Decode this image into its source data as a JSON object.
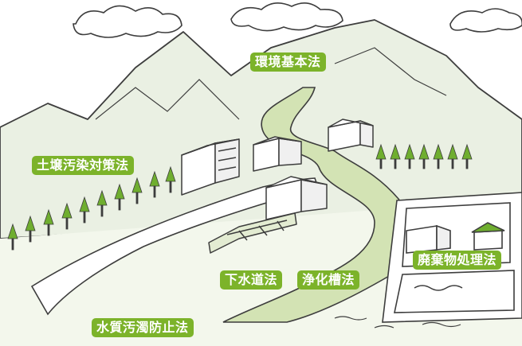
{
  "labels": {
    "env_basic_law": "環境基本法",
    "soil_law": "土壌汚染対策法",
    "waste_law": "廃棄物処理法",
    "sewer_law": "下水道法",
    "septic_law": "浄化槽法",
    "water_law": "水質汚濁防止法"
  },
  "colors": {
    "label_bg": "#7cb32a",
    "label_text": "#ffffff",
    "sky": "#ffffff",
    "mountain": "#e9eee2",
    "river": "#d3e3b4",
    "ground": "#eef4e3",
    "tree": "#6fae2f",
    "line": "#3d3d3d"
  }
}
